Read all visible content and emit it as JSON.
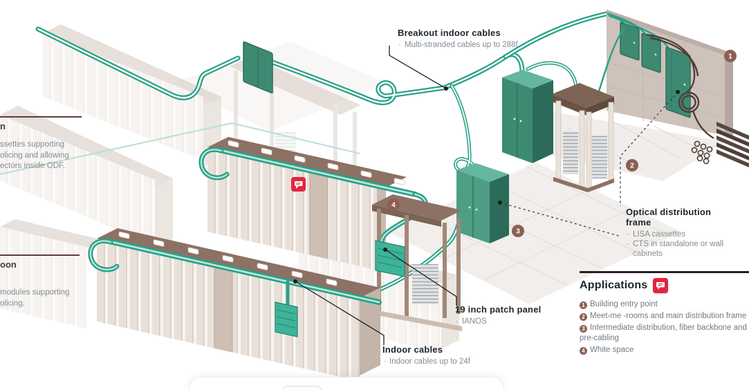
{
  "colors": {
    "cable_teal": "#2aa189",
    "cabinet_green": "#3d8a73",
    "rack_top_brown": "#8d7164",
    "badge_brown": "#8a6053",
    "marker_red": "#e32440",
    "left_rule_maroon": "#5d3c3c",
    "applications_rule": "#2a1c26",
    "heading_text": "#20262e",
    "body_text": "#848c92"
  },
  "left_edge": {
    "block1": {
      "heading_fragment": "n",
      "lines": [
        "ssettes supporting",
        "olicing and allowing",
        "ectors inside ODF."
      ]
    },
    "block2": {
      "heading_fragment": "oon",
      "lines": [
        "modules supporting",
        "olicing."
      ]
    }
  },
  "callouts": {
    "breakout": {
      "title": "Breakout indoor cables",
      "bullets": [
        "Multi-stranded cables up to 288f"
      ]
    },
    "odf": {
      "title": "Optical distribution frame",
      "bullets": [
        "LISA cassettes",
        "CTS in standalone or wall cabinets"
      ]
    },
    "patch_panel": {
      "title": "19 inch patch panel",
      "bullets": [
        "IANOS"
      ]
    },
    "indoor": {
      "title": "Indoor cables",
      "bullets": [
        "Indoor cables up to 24f"
      ]
    }
  },
  "applications": {
    "title": "Applications",
    "items": [
      {
        "num": "1",
        "text": "Building entry point"
      },
      {
        "num": "2",
        "text": "Meet-me -rooms and main distribution frame"
      },
      {
        "num": "3",
        "text": "Intermediate distribution, fiber backbone and pre-cabling"
      },
      {
        "num": "4",
        "text": "White space"
      }
    ]
  },
  "diagram": {
    "badges": [
      {
        "num": "1"
      },
      {
        "num": "2"
      },
      {
        "num": "3"
      },
      {
        "num": "4"
      }
    ]
  }
}
